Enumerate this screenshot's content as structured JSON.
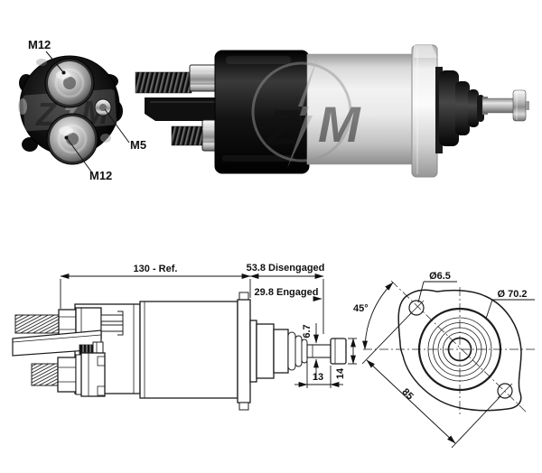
{
  "watermark": {
    "letter_z": "Z",
    "letter_m": "M"
  },
  "front_photo": {
    "label_terminal_top": "M12",
    "label_terminal_side": "M5",
    "label_terminal_bottom": "M12"
  },
  "side_drawing": {
    "dim_overall_length": "130 - Ref.",
    "dim_disengaged": "53.8 Disengaged",
    "dim_engaged": "29.8 Engaged",
    "dim_rod_diameter": "6.7",
    "dim_rod_length": "13",
    "dim_tip_diameter": "14"
  },
  "end_drawing": {
    "dim_hole_diameter": "Ø6.5",
    "dim_pilot_diameter": "Ø 70.2",
    "dim_hole_angle": "45°",
    "dim_hole_spacing": "85"
  },
  "colors": {
    "background": "#ffffff",
    "line": "#1c1c1c",
    "text": "#111111"
  }
}
